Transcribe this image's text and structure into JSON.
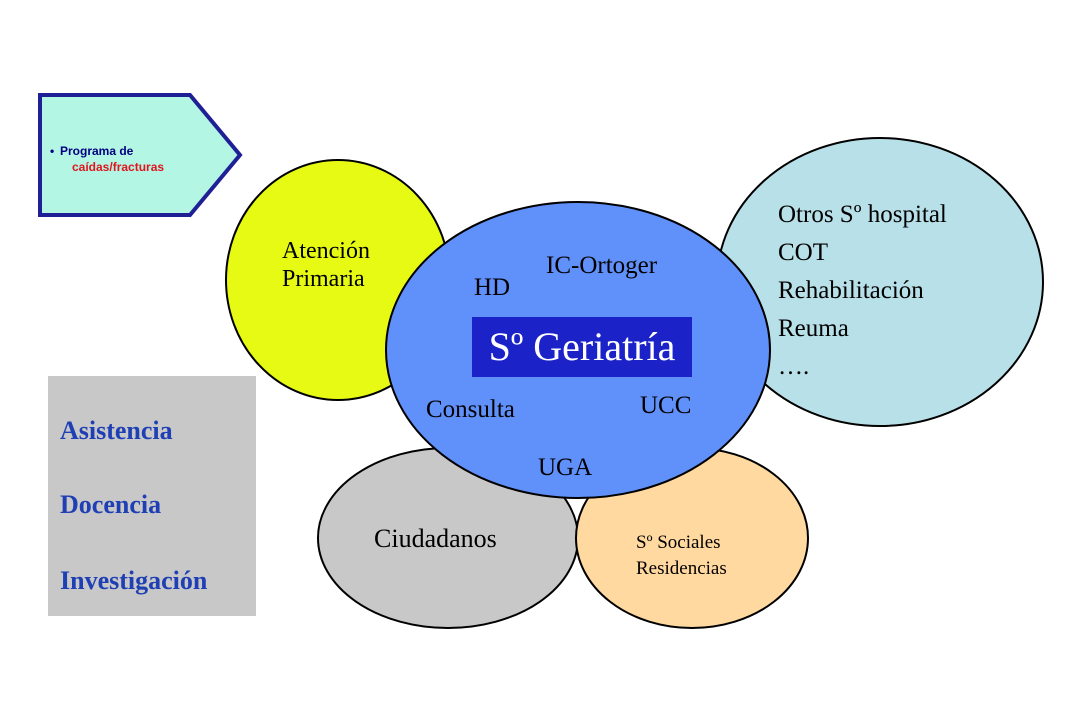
{
  "callout": {
    "line1": "Programa de",
    "line2": "caídas/fracturas"
  },
  "petals": {
    "atencion": {
      "line1": "Atención",
      "line2": "Primaria"
    },
    "otros": {
      "line1": "Otros Sº hospital",
      "line2": "COT",
      "line3": "Rehabilitación",
      "line4": "Reuma",
      "line5": "…."
    },
    "ciudadanos": {
      "label": "Ciudadanos"
    },
    "sociales": {
      "line1": "Sº Sociales",
      "line2": "Residencias"
    }
  },
  "center": {
    "title": "Sº Geriatría",
    "items": {
      "hd": "HD",
      "ic_ortoger": "IC-Ortoger",
      "consulta": "Consulta",
      "ucc": "UCC",
      "uga": "UGA"
    }
  },
  "side": {
    "items": [
      "Asistencia",
      "Docencia",
      "Investigación"
    ]
  },
  "colors": {
    "callout_fill": "#b4f6e4",
    "callout_border": "#1f1f96",
    "atencion_fill": "#e6fa14",
    "otros_fill": "#b8e0e8",
    "ciudadanos_fill": "#c8c8c8",
    "sociales_fill": "#ffd9a0",
    "center_fill": "#6090fa",
    "title_fill": "#1a22c8",
    "side_fill": "#c8c8c8",
    "side_text": "#1f3fb4"
  }
}
